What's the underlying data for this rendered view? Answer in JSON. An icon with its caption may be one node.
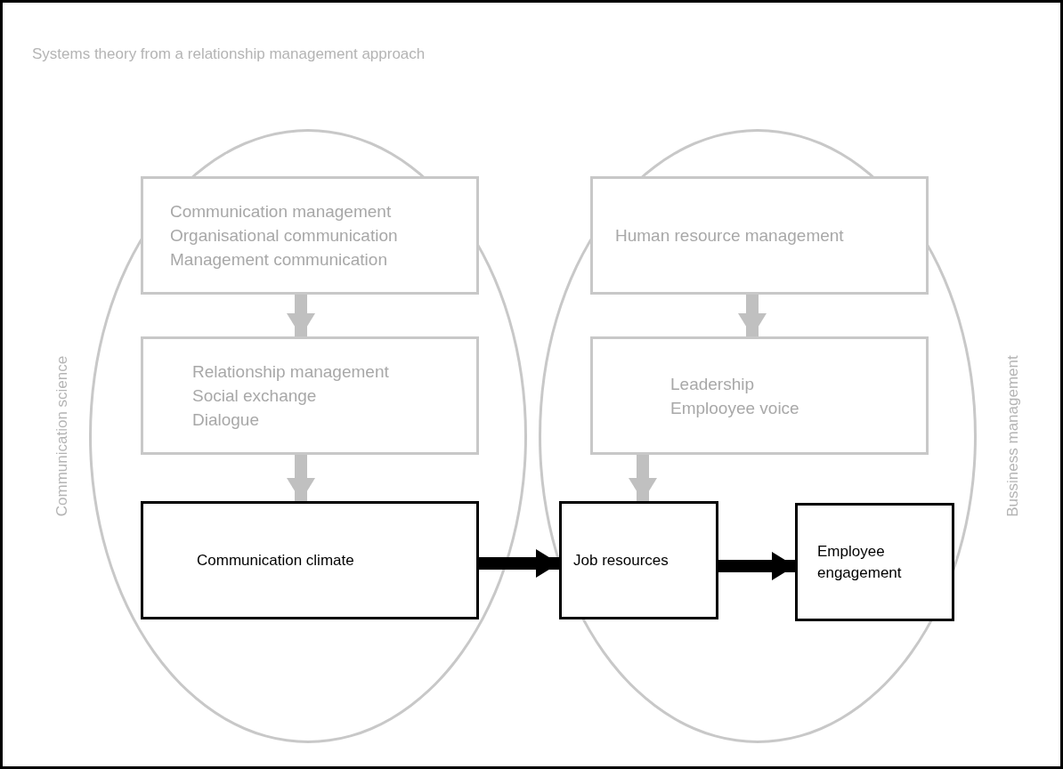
{
  "diagram": {
    "title": "Systems theory from a relationship management approach",
    "nodes": [
      {
        "text": [
          "Communication science"
        ]
      },
      {
        "text": [
          "Communication management",
          "Organisational communication",
          "Management communication"
        ],
        "in": 0
      },
      {
        "text": [
          "Relationship management",
          "Social exchange",
          "Dialogue"
        ],
        "in": 0
      },
      {
        "text": [
          "Communication climate"
        ],
        "in": 0
      },
      {
        "text": [
          "Bussiness management"
        ]
      },
      {
        "text": [
          "Human resource management"
        ],
        "in": 4
      },
      {
        "text": [
          "Leadership",
          "Emplooyee voice"
        ],
        "in": 4
      },
      {
        "text": [
          "Job resources"
        ],
        "in": 4
      },
      {
        "text": [
          "Employee engagement"
        ],
        "in": 4
      }
    ],
    "edges": [
      {
        "from": 1,
        "to": 2,
        "arrow": "to"
      },
      {
        "from": 2,
        "to": 3,
        "arrow": "to"
      },
      {
        "from": 5,
        "to": 6,
        "arrow": "to"
      },
      {
        "from": 6,
        "to": 7,
        "arrow": "to"
      },
      {
        "from": 3,
        "to": 7,
        "arrow": "to",
        "color": "#000000"
      },
      {
        "from": 7,
        "to": 8,
        "arrow": "to",
        "color": "#000000"
      }
    ]
  }
}
